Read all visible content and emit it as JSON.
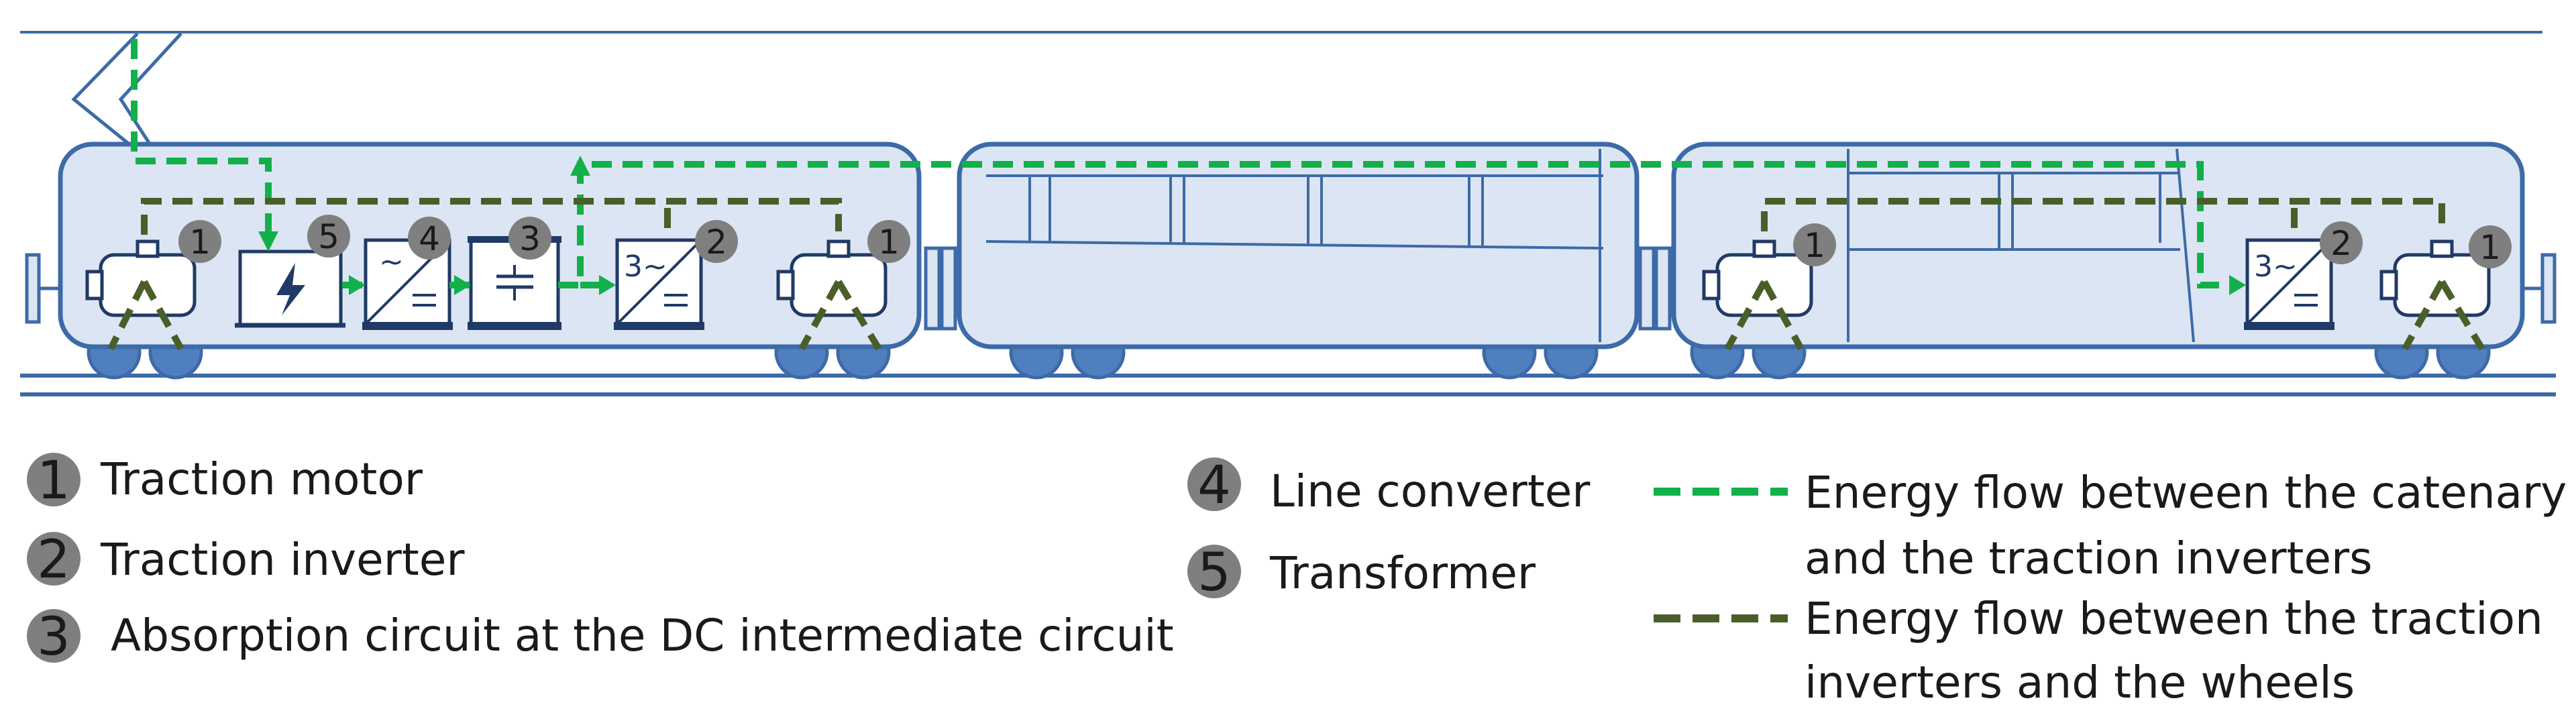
{
  "badges": {
    "motor_1": "1",
    "motor_2": "1",
    "motor_3": "1",
    "motor_4": "1",
    "inverter_1": "2",
    "inverter_2": "2",
    "absorption": "3",
    "line_converter": "4",
    "transformer": "5"
  },
  "symbols": {
    "three_phase": "3~",
    "ac": "~"
  },
  "legend": {
    "items": [
      {
        "number": "1",
        "label": "Traction motor"
      },
      {
        "number": "2",
        "label": "Traction inverter"
      },
      {
        "number": "3",
        "label": "Absorption circuit at the DC intermediate circuit"
      },
      {
        "number": "4",
        "label": "Line converter"
      },
      {
        "number": "5",
        "label": "Transformer"
      }
    ],
    "flows": [
      {
        "line1": "Energy flow between the catenary",
        "line2": "and the traction inverters",
        "color": "#12b04a"
      },
      {
        "line1": "Energy flow between the traction",
        "line2": "inverters and the wheels",
        "color": "#4a5e2a"
      }
    ]
  },
  "colors": {
    "car_fill": "#dce5f3",
    "outline": "#3d6aa8",
    "catenary_flow": "#12b04a",
    "wheel_flow": "#4a5e2a",
    "badge_fill": "#7f7f7f"
  }
}
